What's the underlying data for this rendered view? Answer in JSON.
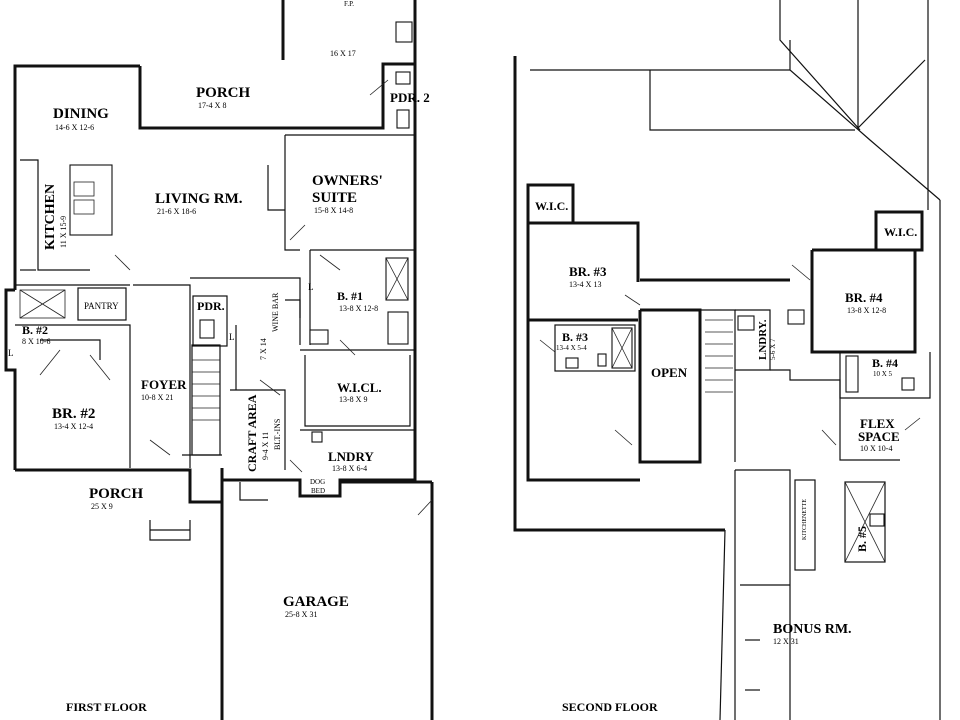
{
  "first_floor": {
    "label": "FIRST FLOOR",
    "rooms": [
      {
        "name": "DINING",
        "dims": "14-6 X 12-6"
      },
      {
        "name": "PORCH",
        "dims": "17-4 X 8"
      },
      {
        "name": "",
        "dims": "16 X 17",
        "note": "F.P."
      },
      {
        "name": "PDR. 2",
        "dims": ""
      },
      {
        "name": "LIVING RM.",
        "dims": "21-6 X 18-6"
      },
      {
        "name": "OWNERS'",
        "name2": "SUITE",
        "dims": "15-8 X 14-8"
      },
      {
        "name": "KITCHEN",
        "dims": "11 X 15-9"
      },
      {
        "name": "PANTRY",
        "dims": ""
      },
      {
        "name": "B. #2",
        "dims": "8 X 10-6"
      },
      {
        "name": "PDR.",
        "dims": ""
      },
      {
        "name": "WINE BAR",
        "dims": "7 X 14"
      },
      {
        "name": "B. #1",
        "dims": "13-8 X 12-8"
      },
      {
        "name": "FOYER",
        "dims": "10-8 X 21"
      },
      {
        "name": "BR. #2",
        "dims": "13-4 X 12-4"
      },
      {
        "name": "W.I.CL.",
        "dims": "13-8 X 9"
      },
      {
        "name": "CRAFT AREA",
        "dims": "9-4 X 11"
      },
      {
        "name": "BLT.-INS",
        "dims": ""
      },
      {
        "name": "LNDRY",
        "dims": "13-8 X 6-4"
      },
      {
        "name": "DOG",
        "name2": "BED",
        "dims": ""
      },
      {
        "name": "PORCH",
        "dims": "25 X 9"
      },
      {
        "name": "GARAGE",
        "dims": "25-8 X 31"
      }
    ],
    "fixture_labels": [
      "L",
      "L",
      "L"
    ]
  },
  "second_floor": {
    "label": "SECOND FLOOR",
    "rooms": [
      {
        "name": "W.I.C.",
        "dims": ""
      },
      {
        "name": "BR. #3",
        "dims": "13-4 X 13"
      },
      {
        "name": "B. #3",
        "dims": "13-4 X 5-4"
      },
      {
        "name": "OPEN",
        "dims": ""
      },
      {
        "name": "LNDRY.",
        "dims": "5-6 X 7"
      },
      {
        "name": "W.I.C.",
        "dims": ""
      },
      {
        "name": "BR. #4",
        "dims": "13-8 X 12-8"
      },
      {
        "name": "B. #4",
        "dims": "10 X 5"
      },
      {
        "name": "FLEX",
        "name2": "SPACE",
        "dims": "10 X 10-4"
      },
      {
        "name": "KITCHENETTE",
        "dims": ""
      },
      {
        "name": "B. #5",
        "dims": ""
      },
      {
        "name": "BONUS RM.",
        "dims": "12 X 31"
      }
    ]
  }
}
